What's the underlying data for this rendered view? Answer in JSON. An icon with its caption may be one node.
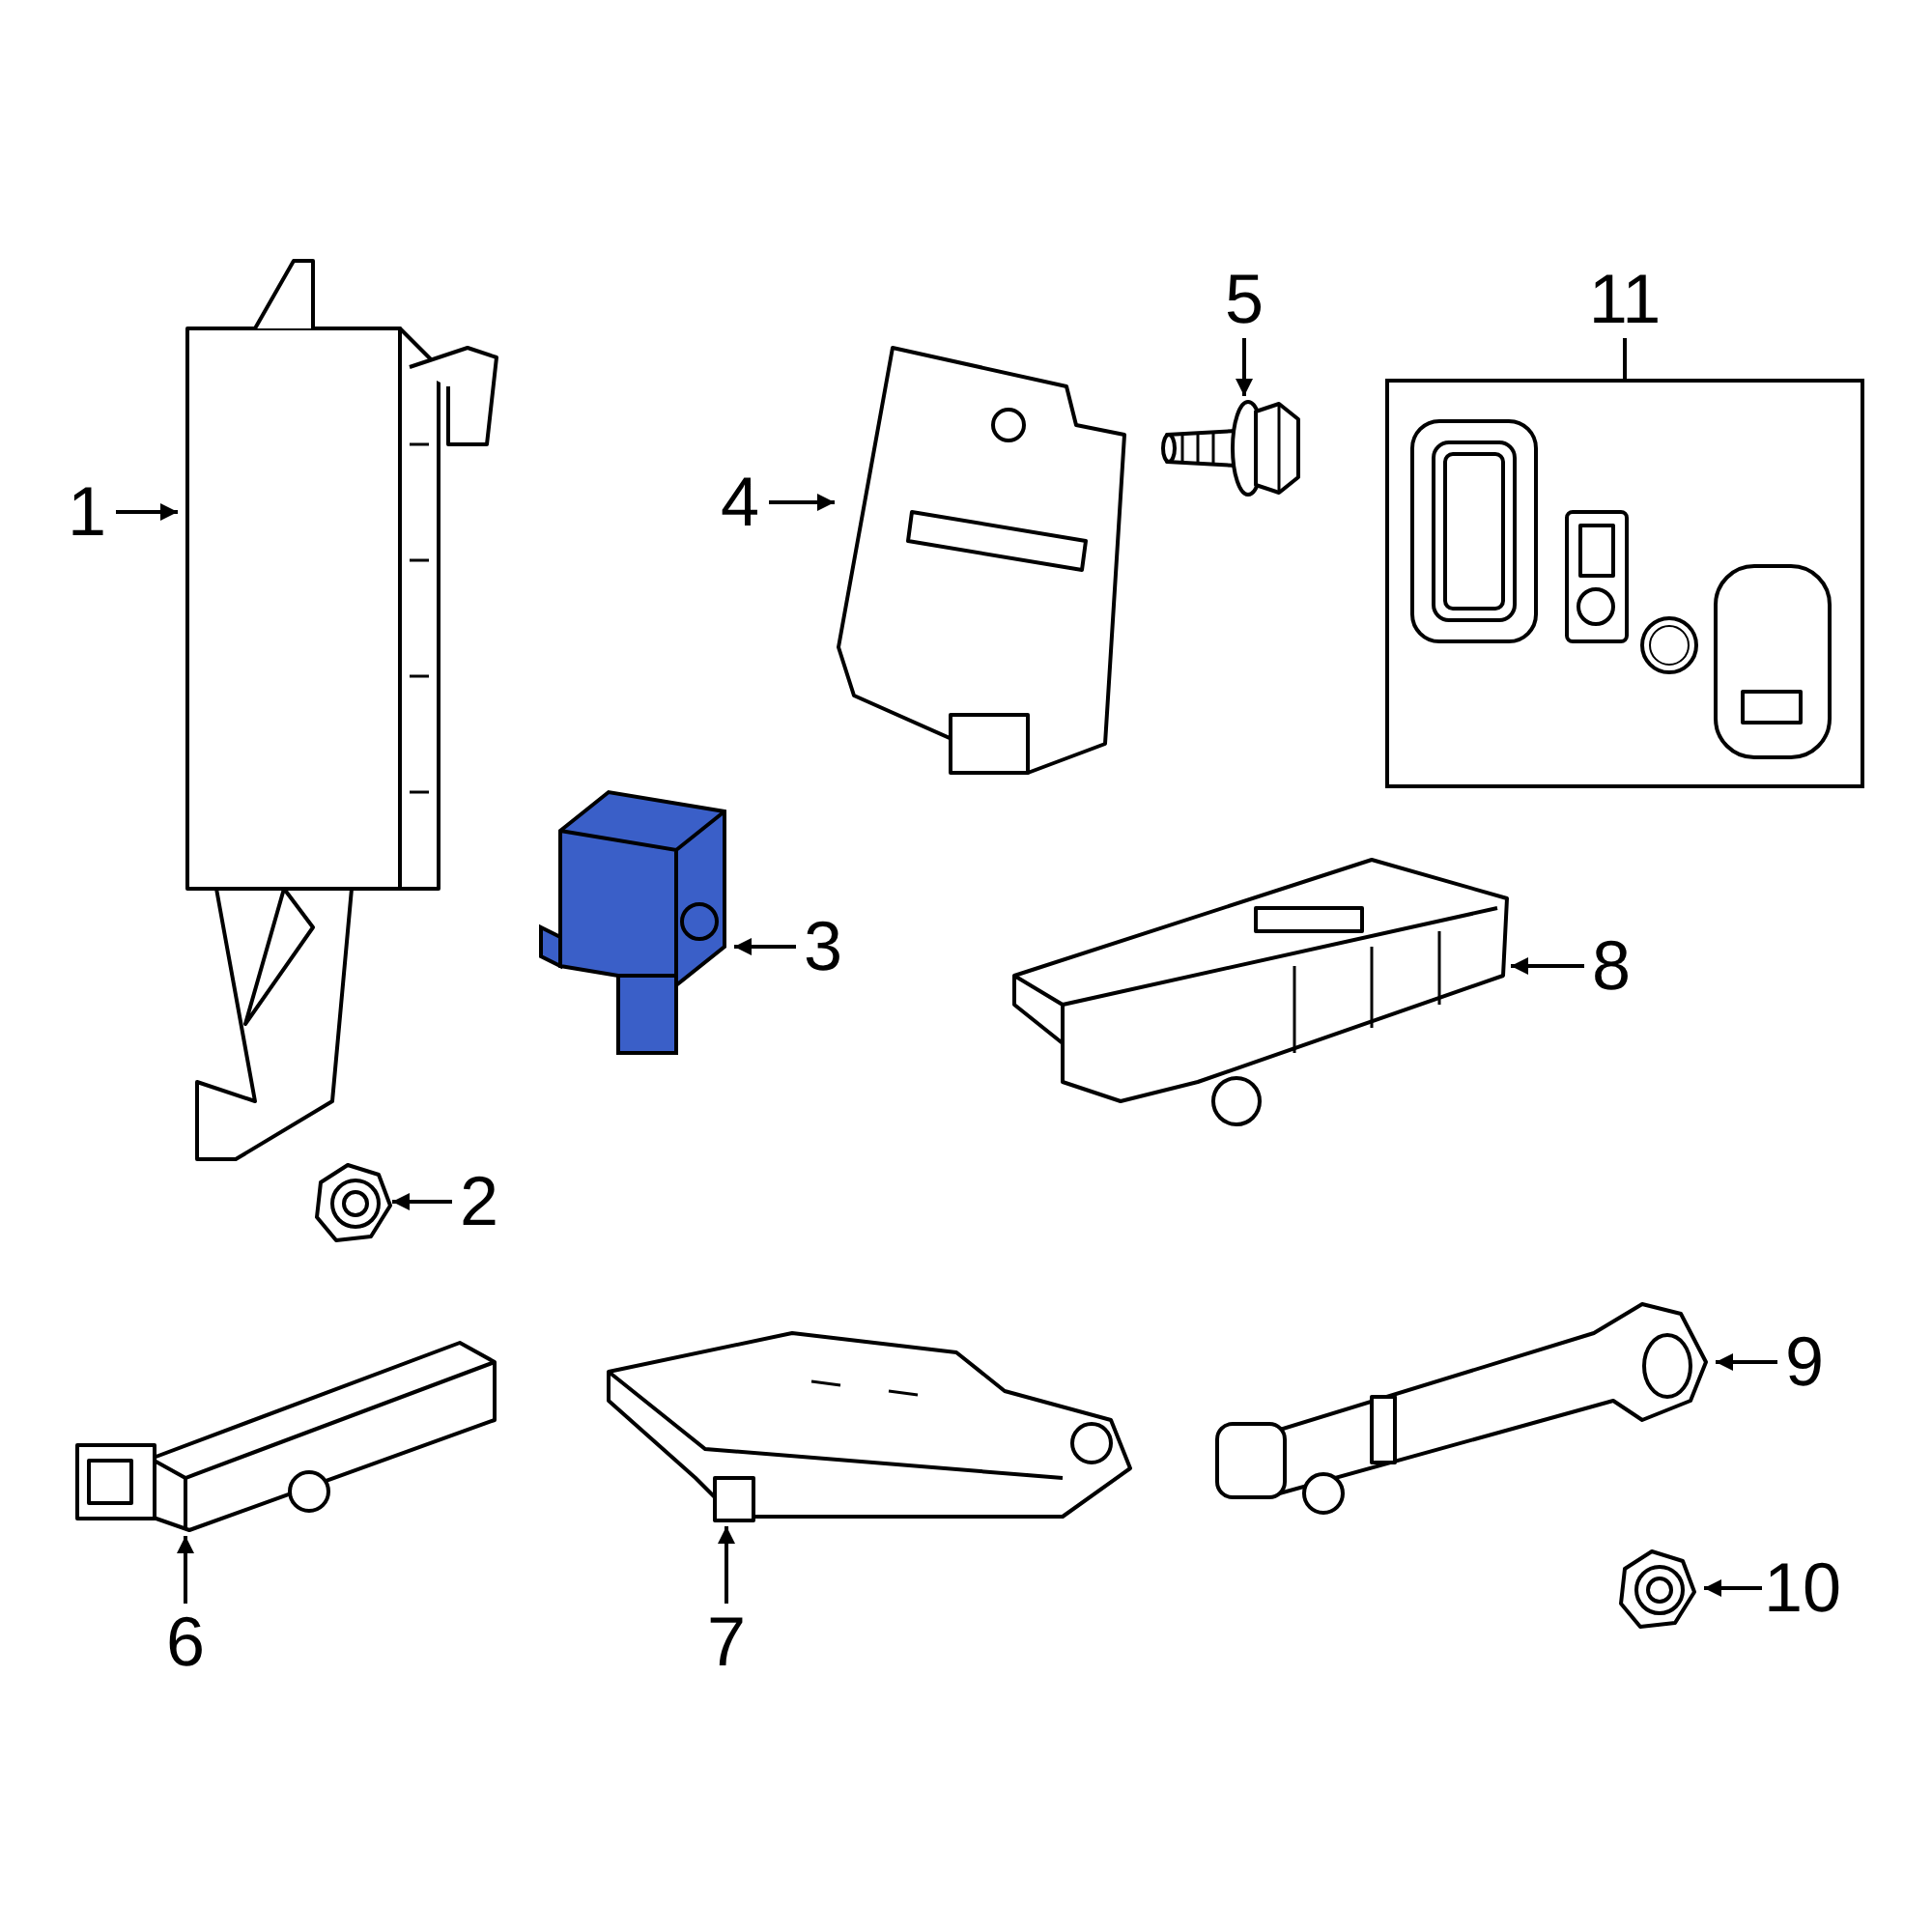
{
  "diagram": {
    "nodes": [
      {
        "text": [
          "1"
        ]
      },
      {
        "text": [],
        "shape": "picture"
      },
      {
        "text": [
          "2"
        ]
      },
      {
        "text": [],
        "shape": "picture"
      },
      {
        "text": [
          "3"
        ]
      },
      {
        "text": [],
        "shape": "picture"
      },
      {
        "text": [
          "4"
        ]
      },
      {
        "text": [],
        "shape": "picture"
      },
      {
        "text": [
          "5"
        ]
      },
      {
        "text": [],
        "shape": "picture"
      },
      {
        "text": [
          "11"
        ]
      },
      {
        "text": [],
        "shape": "box"
      },
      {
        "text": [],
        "shape": "picture",
        "in": 11
      },
      {
        "text": [],
        "shape": "picture",
        "in": 11
      },
      {
        "text": [],
        "shape": "picture",
        "in": 11
      },
      {
        "text": [],
        "shape": "picture",
        "in": 11
      },
      {
        "text": [
          "8"
        ]
      },
      {
        "text": [],
        "shape": "picture"
      },
      {
        "text": [
          "6"
        ]
      },
      {
        "text": [],
        "shape": "picture"
      },
      {
        "text": [
          "7"
        ]
      },
      {
        "text": [],
        "shape": "picture"
      },
      {
        "text": [
          "9"
        ]
      },
      {
        "text": [],
        "shape": "picture"
      },
      {
        "text": [
          "10"
        ]
      },
      {
        "text": [],
        "shape": "picture"
      }
    ],
    "edges": [
      {
        "from": 0,
        "to": 1,
        "arrow": "to"
      },
      {
        "from": 2,
        "to": 3,
        "arrow": "to"
      },
      {
        "from": 4,
        "to": 5,
        "arrow": "to"
      },
      {
        "from": 6,
        "to": 7,
        "arrow": "to"
      },
      {
        "from": 8,
        "to": 9,
        "arrow": "to"
      },
      {
        "from": 10,
        "to": 11,
        "arrow": "none"
      },
      {
        "from": 16,
        "to": 17,
        "arrow": "to"
      },
      {
        "from": 18,
        "to": 19,
        "arrow": "to"
      },
      {
        "from": 20,
        "to": 21,
        "arrow": "to"
      },
      {
        "from": 22,
        "to": 23,
        "arrow": "to"
      },
      {
        "from": 24,
        "to": 25,
        "arrow": "to"
      }
    ]
  }
}
